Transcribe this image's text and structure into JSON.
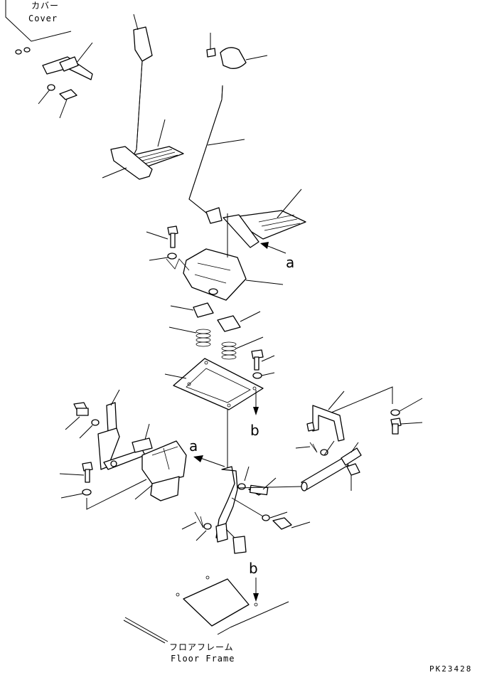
{
  "labels": {
    "cover_jp": "カバー",
    "cover_en": "Cover",
    "floor_jp": "フロアフレーム",
    "floor_en": "Floor Frame",
    "ref_a_top": "a",
    "ref_a_mid": "a",
    "ref_b_mid": "b",
    "ref_b_bottom": "b",
    "drawing_code": "PK23428"
  }
}
